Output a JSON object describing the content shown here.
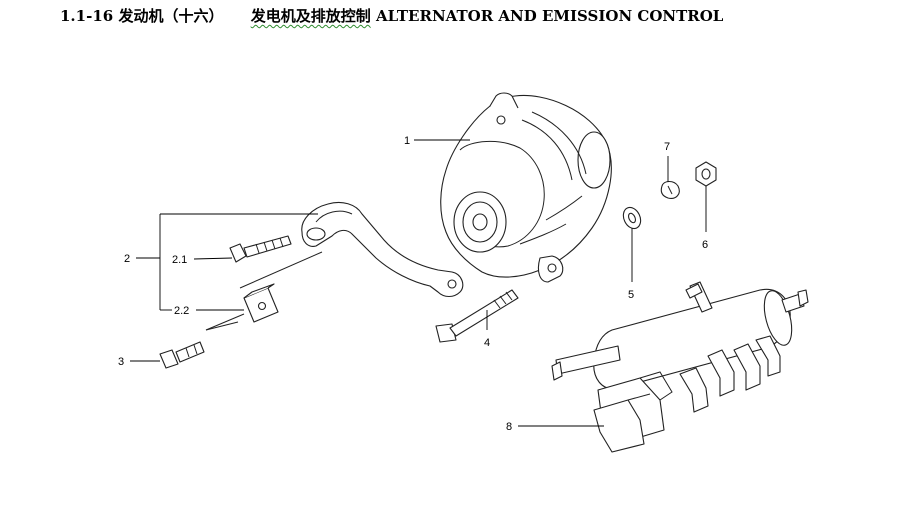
{
  "title": {
    "number": "1.1-16",
    "section_cn": "发动机（十六）",
    "subtitle_cn": "发电机及排放控制",
    "subtitle_en": "ALTERNATOR AND EMISSION CONTROL"
  },
  "callouts": {
    "c1": "1",
    "c2": "2",
    "c2_1": "2.1",
    "c2_2": "2.2",
    "c3": "3",
    "c4": "4",
    "c5": "5",
    "c6": "6",
    "c7": "7",
    "c8": "8"
  },
  "colors": {
    "line": "#222222",
    "underline": "#2e8b2e"
  }
}
